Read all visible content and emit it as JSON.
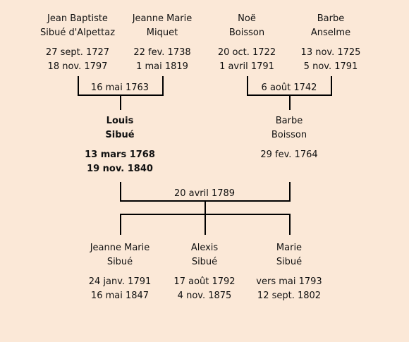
{
  "grandparents": [
    {
      "first": "Jean Baptiste",
      "last": "Sibué d'Alpettaz",
      "birth": "27 sept. 1727",
      "death": "18 nov. 1797"
    },
    {
      "first": "Jeanne Marie",
      "last": "Miquet",
      "birth": "22 fev. 1738",
      "death": "1 mai 1819"
    },
    {
      "first": "Noë",
      "last": "Boisson",
      "birth": "20 oct. 1722",
      "death": "1 avril 1791"
    },
    {
      "first": "Barbe",
      "last": "Anselme",
      "birth": "13 nov. 1725",
      "death": "5 nov. 1791"
    }
  ],
  "grandparent_marriages": [
    "16 mai 1763",
    "6 août 1742"
  ],
  "parents": [
    {
      "first": "Louis",
      "last": "Sibué",
      "birth": "13 mars 1768",
      "death": "19 nov. 1840"
    },
    {
      "first": "Barbe",
      "last": "Boisson",
      "birth": "29 fev. 1764",
      "death": ""
    }
  ],
  "parent_marriage": "20 avril 1789",
  "children": [
    {
      "first": "Jeanne Marie",
      "last": "Sibué",
      "birth": "24 janv. 1791",
      "death": "16 mai 1847"
    },
    {
      "first": "Alexis",
      "last": "Sibué",
      "birth": "17 août 1792",
      "death": "4 nov. 1875"
    },
    {
      "first": "Marie",
      "last": "Sibué",
      "birth": "vers mai 1793",
      "death": "12 sept. 1802"
    }
  ]
}
